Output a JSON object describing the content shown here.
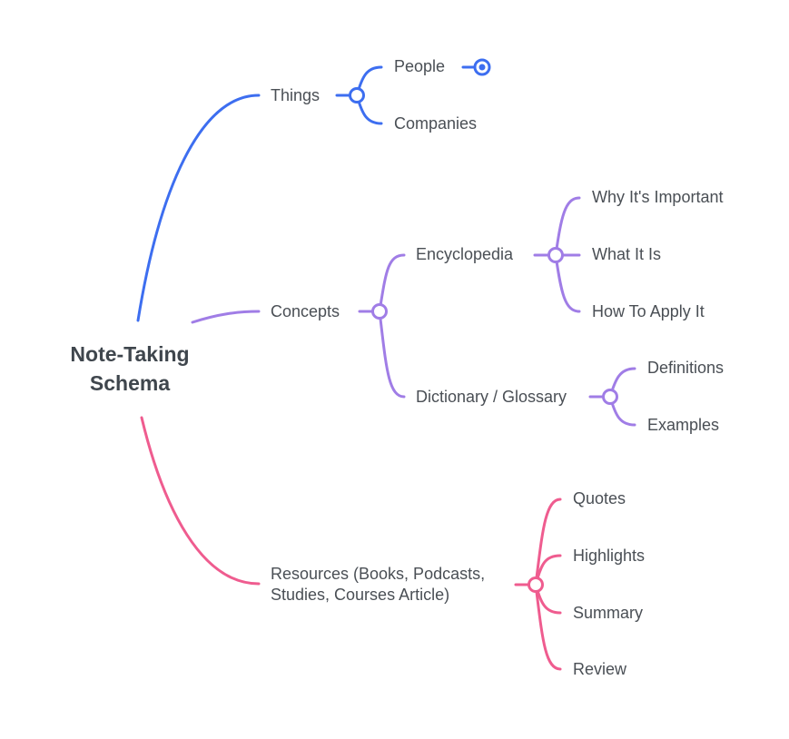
{
  "colors": {
    "things": "#3d6ef0",
    "concepts": "#a07de6",
    "resources": "#ef5c8f"
  },
  "root": {
    "label": "Note-Taking\nSchema"
  },
  "things": {
    "label": "Things",
    "children": [
      "People",
      "Companies"
    ]
  },
  "concepts": {
    "label": "Concepts",
    "encyclopedia": {
      "label": "Encyclopedia",
      "children": [
        "Why It's Important",
        "What It Is",
        "How To Apply It"
      ]
    },
    "dictionary": {
      "label": "Dictionary / Glossary",
      "children": [
        "Definitions",
        "Examples"
      ]
    }
  },
  "resources": {
    "label": "Resources (Books, Podcasts,\nStudies, Courses Article)",
    "children": [
      "Quotes",
      "Highlights",
      "Summary",
      "Review"
    ]
  }
}
